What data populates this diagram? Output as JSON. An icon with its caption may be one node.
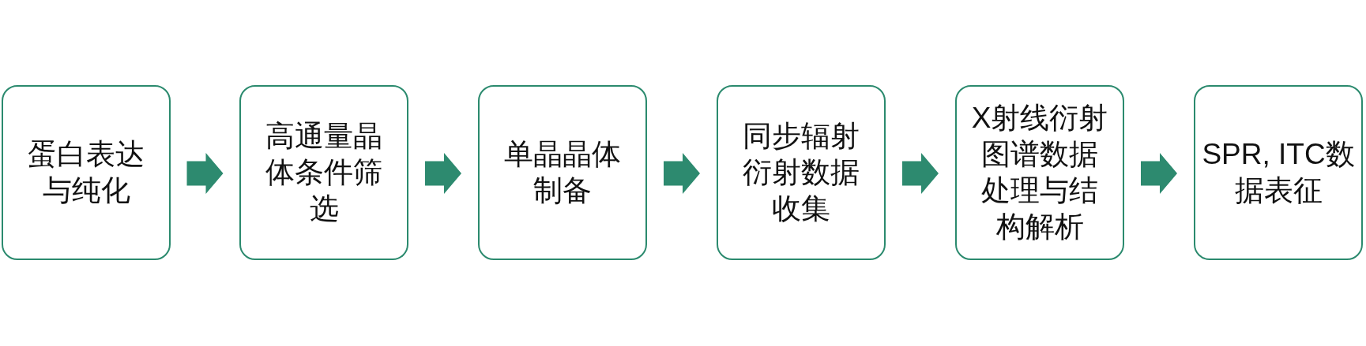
{
  "diagram": {
    "nodes": [
      {
        "text": [
          "蛋白表达与纯化"
        ]
      },
      {
        "text": [
          "高通量晶体条件筛选"
        ]
      },
      {
        "text": [
          "单晶晶体制备"
        ]
      },
      {
        "text": [
          "同步辐射衍射数据收集"
        ]
      },
      {
        "text": [
          "X射线衍射图谱数据处理与结构解析"
        ]
      },
      {
        "text": [
          "SPR, ITC数据表征"
        ]
      }
    ],
    "edges": [
      {
        "from": 0,
        "to": 1,
        "arrow": "to"
      },
      {
        "from": 1,
        "to": 2,
        "arrow": "to"
      },
      {
        "from": 2,
        "to": 3,
        "arrow": "to"
      },
      {
        "from": 3,
        "to": 4,
        "arrow": "to"
      },
      {
        "from": 4,
        "to": 5,
        "arrow": "to"
      }
    ]
  }
}
